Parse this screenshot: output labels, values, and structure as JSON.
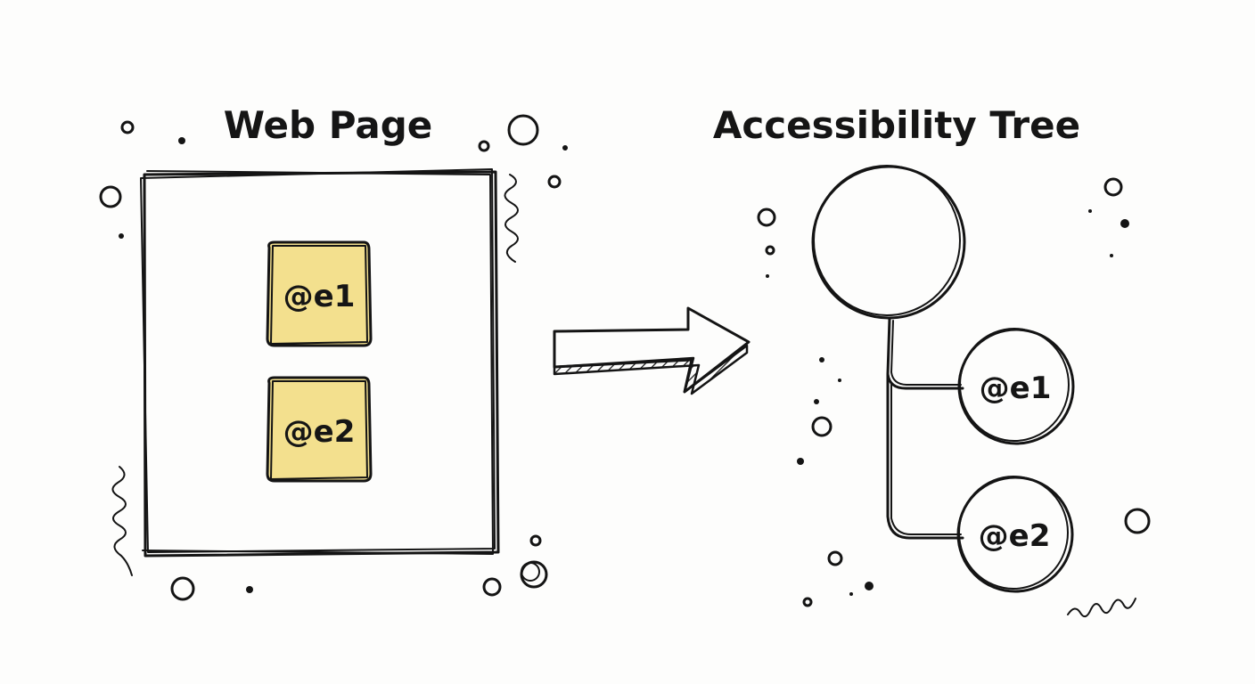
{
  "left_panel": {
    "title": "Web Page",
    "elements": [
      {
        "label": "@e1"
      },
      {
        "label": "@e2"
      }
    ]
  },
  "right_panel": {
    "title": "Accessibility Tree",
    "root_label": "",
    "children": [
      {
        "label": "@e1"
      },
      {
        "label": "@e2"
      }
    ]
  },
  "colors": {
    "ink": "#141414",
    "sticky_fill": "#f3e08e",
    "background": "#fdfdfc"
  }
}
